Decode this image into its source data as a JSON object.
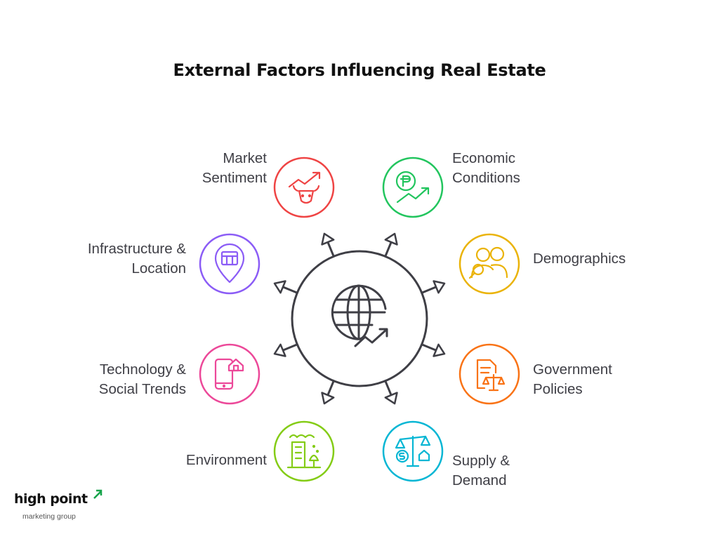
{
  "title": "External Factors Influencing Real Estate",
  "hub": {
    "icon": "globe-chart-icon"
  },
  "factors": [
    {
      "lines": [
        "Market",
        "Sentiment"
      ],
      "color": "#ef4444",
      "icon": "bull-trend-icon"
    },
    {
      "lines": [
        "Economic",
        "Conditions"
      ],
      "color": "#22c55e",
      "icon": "currency-trend-icon"
    },
    {
      "lines": [
        "Demographics"
      ],
      "color": "#eab308",
      "icon": "people-icon"
    },
    {
      "lines": [
        "Government",
        "Policies"
      ],
      "color": "#f97316",
      "icon": "document-scale-icon"
    },
    {
      "lines": [
        "Supply &",
        "Demand"
      ],
      "color": "#06b6d4",
      "icon": "balance-house-dollar-icon"
    },
    {
      "lines": [
        "Environment"
      ],
      "color": "#84cc16",
      "icon": "building-tree-icon"
    },
    {
      "lines": [
        "Technology &",
        "Social Trends"
      ],
      "color": "#ec4899",
      "icon": "phone-house-icon"
    },
    {
      "lines": [
        "Infrastructure &",
        "Location"
      ],
      "color": "#8b5cf6",
      "icon": "map-pin-building-icon"
    }
  ],
  "logo": {
    "name": "high point",
    "tagline": "marketing group",
    "mark_color": "#16a34a"
  }
}
